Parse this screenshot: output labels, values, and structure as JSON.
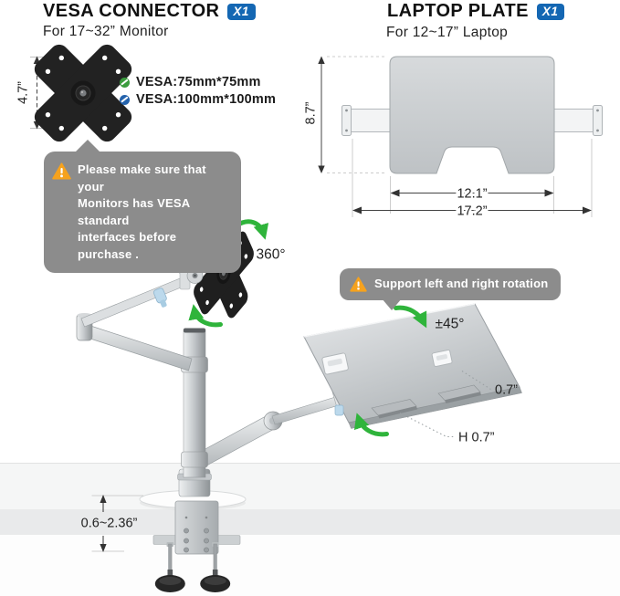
{
  "left_panel": {
    "title": "VESA CONNECTOR",
    "badge": "X1",
    "subtitle": "For 17~32” Monitor",
    "height_dim": "4.7”",
    "specs": [
      {
        "icon": "check-green",
        "label": "VESA:75mm*75mm"
      },
      {
        "icon": "check-blue",
        "label": "VESA:100mm*100mm"
      }
    ],
    "warning_lines": [
      "Please make sure that your",
      "Monitors has VESA standard",
      "interfaces before purchase ."
    ]
  },
  "right_panel": {
    "title": "LAPTOP PLATE",
    "badge": "X1",
    "subtitle": "For 12~17” Laptop",
    "height_dim": "8.7”",
    "inner_width_dim": "12.1”",
    "outer_width_dim": "17.2”"
  },
  "arm": {
    "rotation_label": "360°",
    "swivel_callout": "Support left and right rotation",
    "swivel_label": "±45°",
    "lip_dim": "0.7”",
    "front_lip_dim": "H 0.7”",
    "clamp_range_dim": "0.6~2.36”"
  },
  "colors": {
    "badge_blue": "#1467b3",
    "bubble_gray": "#8c8c8c",
    "arrow_green": "#2fb43b",
    "warning_orange": "#f6a21d",
    "check_green": "#3c9d3f",
    "check_blue": "#2563ac"
  }
}
